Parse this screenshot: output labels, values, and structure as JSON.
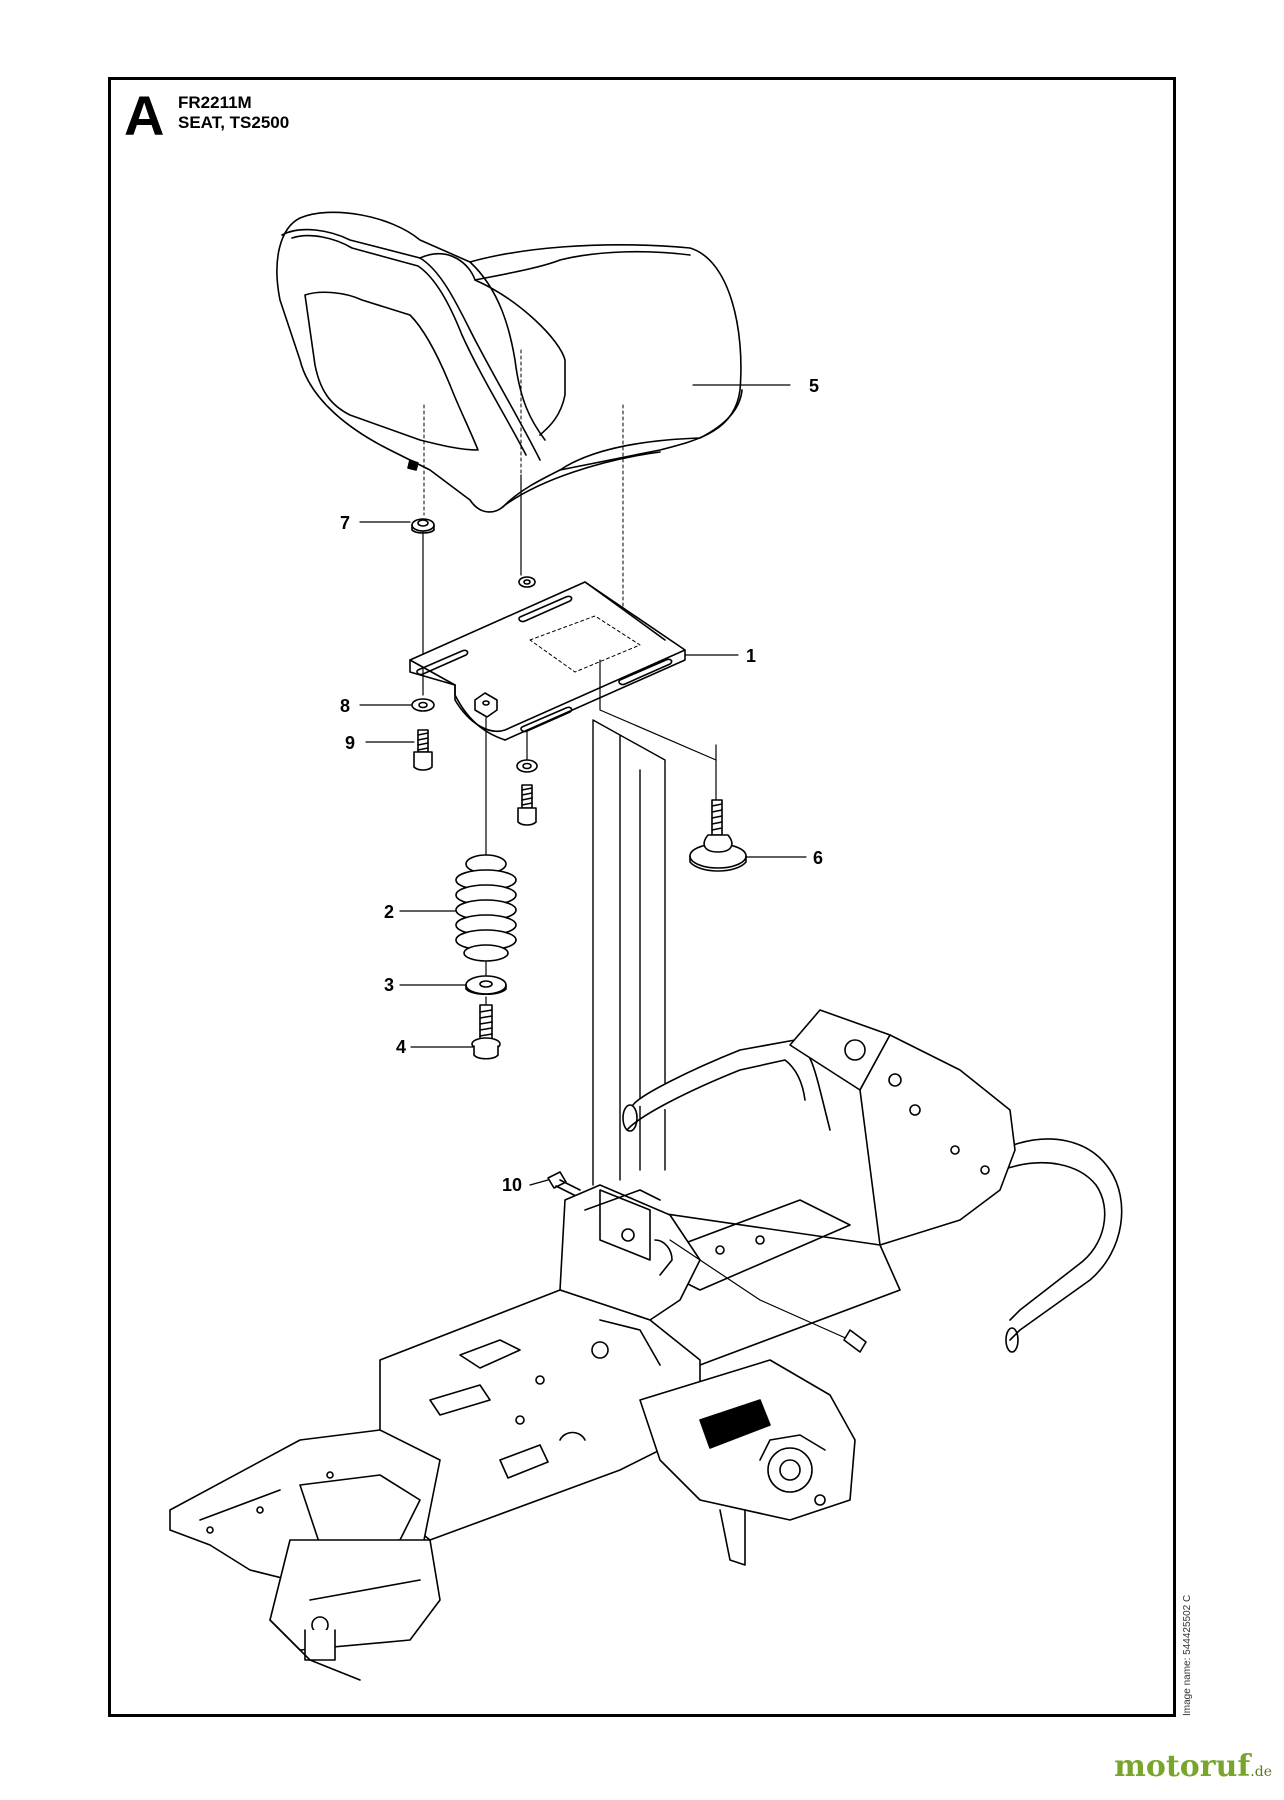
{
  "header": {
    "section": "A",
    "model": "FR2211M",
    "title": "SEAT, TS2500"
  },
  "callouts": [
    {
      "id": "c1",
      "label": "1"
    },
    {
      "id": "c2",
      "label": "2"
    },
    {
      "id": "c3",
      "label": "3"
    },
    {
      "id": "c4",
      "label": "4"
    },
    {
      "id": "c5",
      "label": "5"
    },
    {
      "id": "c6",
      "label": "6"
    },
    {
      "id": "c7",
      "label": "7"
    },
    {
      "id": "c8",
      "label": "8"
    },
    {
      "id": "c9",
      "label": "9"
    },
    {
      "id": "c10",
      "label": "10"
    }
  ],
  "image_name": "Image name: 544425502 C",
  "watermark": {
    "main": "motoruf",
    "tld": ".de"
  }
}
